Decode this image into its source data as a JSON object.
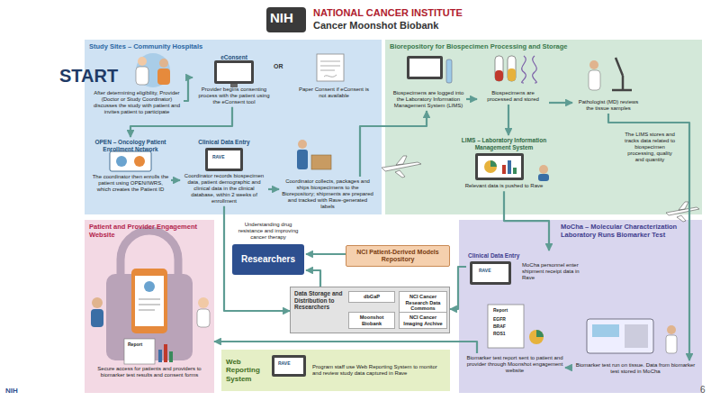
{
  "diagram": {
    "title": "Cancer Moonshot Biobank",
    "nodes": [
      {
        "text": [
          "Study Sites – Community Hospitals"
        ]
      },
      {
        "text": [
          "After determining eligibility, Provider (Doctor or Study Coordinator) discusses the study with patient and invites patient to participate"
        ],
        "in": 0
      },
      {
        "text": [
          "eConsent",
          "Provider begins consenting process with the patient using the eConsent tool"
        ],
        "in": 0
      },
      {
        "text": [
          "Paper Consent if eConsent is not available"
        ],
        "in": 0
      },
      {
        "text": [
          "OPEN – Oncology Patient Enrollment Network",
          "The coordinator then enrolls the patient using OPEN/IWRS, which creates the Patient ID"
        ],
        "in": 0
      },
      {
        "text": [
          "Clinical Data Entry",
          "Coordinator records biospecimen data, patient demographic and clinical data in the clinical database, within 2 weeks of enrollment"
        ],
        "in": 0
      },
      {
        "text": [
          "Coordinator collects, packages and ships biospecimens to the Biorepository; shipments are prepared and tracked with Rave-generated labels"
        ],
        "in": 0
      },
      {
        "text": [
          "Biorepository for Biospecimen Processing and Storage"
        ]
      },
      {
        "text": [
          "Biospecimens are logged into the Laboratory Information Management System (LIMS)"
        ],
        "in": 7
      },
      {
        "text": [
          "Biospecimens are processed and stored"
        ],
        "in": 7
      },
      {
        "text": [
          "Pathologist (MD) reviews the tissue samples"
        ],
        "in": 7
      },
      {
        "text": [
          "LIMS – Laboratory Information Management System",
          "Relevant data is pushed to Rave"
        ],
        "in": 7
      },
      {
        "text": [
          "The LIMS stores and tracks data related to biospecimen processing, quality and quantity"
        ],
        "in": 7
      },
      {
        "text": [
          "Patient and Provider Engagement Website",
          "Secure access for patients and providers to biomarker test results and consent forms"
        ]
      },
      {
        "text": [
          "Understanding drug resistance and improving cancer therapy",
          "Researchers"
        ]
      },
      {
        "text": [
          "NCI Patient-Derived Models Repository"
        ]
      },
      {
        "text": [
          "Data Storage and Distribution to Researchers"
        ]
      },
      {
        "text": [
          "dbGaP"
        ],
        "in": 16
      },
      {
        "text": [
          "NCI Cancer Research Data Commons"
        ],
        "in": 16
      },
      {
        "text": [
          "Moonshot Biobank"
        ],
        "in": 16
      },
      {
        "text": [
          "NCI Cancer Imaging Archive"
        ],
        "in": 16
      },
      {
        "text": [
          "MoCha – Molecular Characterization Laboratory Runs Biomarker Test"
        ]
      },
      {
        "text": [
          "Clinical Data Entry",
          "MoCha personnel enter shipment receipt data in Rave"
        ],
        "in": 21
      },
      {
        "text": [
          "Biomarker test report sent to patient and provider through Moonshot engagement website"
        ],
        "in": 21
      },
      {
        "text": [
          "Biomarker test run on tissue. Data from biomarker test stored in MoCha"
        ],
        "in": 21
      },
      {
        "text": [
          "Web Reporting System",
          "Program staff use Web Reporting System to monitor and review study data captured in Rave"
        ]
      }
    ],
    "edges": [
      {
        "from": 1,
        "to": 2,
        "arrow": "to"
      },
      {
        "from": 2,
        "to": 4,
        "arrow": "to"
      },
      {
        "from": 4,
        "to": 5,
        "arrow": "to"
      },
      {
        "from": 5,
        "to": 6,
        "arrow": "to"
      },
      {
        "from": 6,
        "to": 8,
        "arrow": "to"
      },
      {
        "from": 8,
        "to": 9,
        "arrow": "to"
      },
      {
        "from": 9,
        "to": 10,
        "arrow": "to"
      },
      {
        "from": 9,
        "to": 11,
        "arrow": "to"
      },
      {
        "from": 10,
        "to": 24,
        "arrow": "to"
      },
      {
        "from": 11,
        "to": 22,
        "arrow": "to"
      },
      {
        "from": 22,
        "to": 16,
        "arrow": "to"
      },
      {
        "from": 24,
        "to": 23,
        "arrow": "to"
      },
      {
        "from": 23,
        "to": 13,
        "arrow": "to"
      },
      {
        "from": 5,
        "to": 16,
        "arrow": "to"
      },
      {
        "from": 16,
        "to": 14,
        "arrow": "to"
      },
      {
        "from": 15,
        "to": 14,
        "arrow": "to"
      }
    ],
    "labels": [
      "NIH",
      "NATIONAL CANCER INSTITUTE",
      "START",
      "OR",
      "RAVE",
      "RAVE",
      "Report",
      "EGFR",
      "BRAF",
      "ROS1",
      "RAVE",
      "Report",
      "NIH",
      "6"
    ]
  }
}
